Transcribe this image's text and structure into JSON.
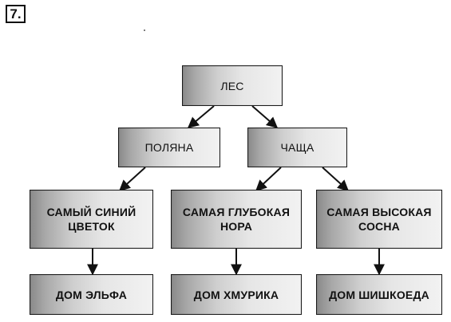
{
  "task_number": "7.",
  "nodes": {
    "les": "ЛЕС",
    "polyana": "ПОЛЯНА",
    "chascha": "ЧАЩА",
    "flower_line1": "САМЫЙ СИНИЙ",
    "flower_line2": "ЦВЕТОК",
    "nora_line1": "САМАЯ ГЛУБОКАЯ",
    "nora_line2": "НОРА",
    "sosna_line1": "САМАЯ ВЫСОКАЯ",
    "sosna_line2": "СОСНА",
    "elf": "ДОМ ЭЛЬФА",
    "hmurik": "ДОМ ХМУРИКА",
    "shishkoed": "ДОМ ШИШКОЕДА"
  }
}
